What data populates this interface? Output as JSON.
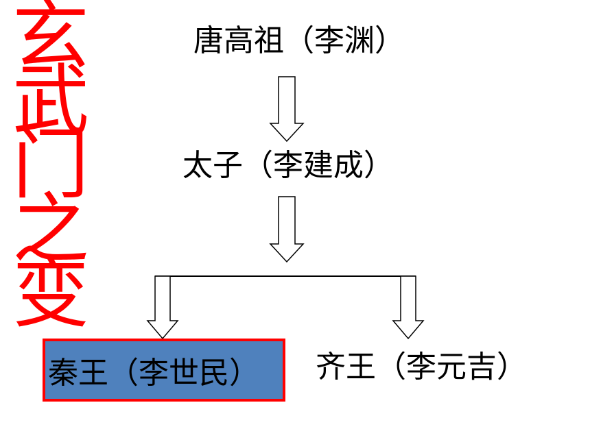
{
  "side_title": [
    "玄",
    "武",
    "门",
    "之",
    "变"
  ],
  "colors": {
    "side_title": "#ff0000",
    "highlight_fill": "#4f81bd",
    "highlight_border": "#ff0000",
    "text": "#000000"
  },
  "nodes": {
    "gaozu": "唐高祖（李渊）",
    "taizi": "太子（李建成）",
    "qinwang": "秦王（李世民）",
    "qiwang": "齐王（李元吉）"
  },
  "edges": [
    {
      "from": "gaozu",
      "to": "taizi"
    },
    {
      "from": "taizi",
      "to": "qinwang"
    },
    {
      "from": "taizi",
      "to": "qiwang"
    }
  ]
}
